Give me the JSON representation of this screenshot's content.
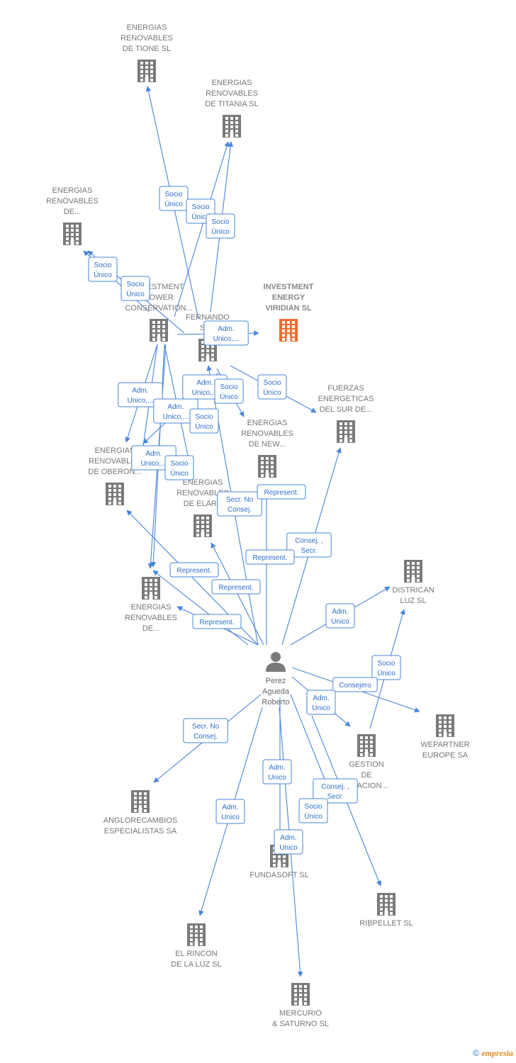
{
  "colors": {
    "edge": "#4a86d8",
    "building": "#7a7a7a",
    "highlight": "#f26c2f",
    "person": "#7a7a7a"
  },
  "nodes": [
    {
      "id": "tione",
      "type": "company",
      "lines": [
        "ENERGIAS",
        "RENOVABLES",
        "DE TIONE  SL"
      ]
    },
    {
      "id": "titania",
      "type": "company",
      "lines": [
        "ENERGIAS",
        "RENOVABLES",
        "DE TITANIA  SL"
      ]
    },
    {
      "id": "renov_de",
      "type": "company",
      "lines": [
        "ENERGIAS",
        "RENOVABLES",
        "DE..."
      ]
    },
    {
      "id": "ipc",
      "type": "company",
      "lines": [
        "INVESTMENT",
        "POWER",
        "CONSERVATION..."
      ]
    },
    {
      "id": "fernando",
      "type": "company",
      "lines": [
        "FERNANDO",
        "SOL"
      ]
    },
    {
      "id": "viridian",
      "type": "company_main",
      "lines": [
        "INVESTMENT",
        "ENERGY",
        "VIRIDIAN  SL"
      ]
    },
    {
      "id": "fuerzas",
      "type": "company",
      "lines": [
        "FUERZAS",
        "ENERGETICAS",
        "DEL SUR DE..."
      ]
    },
    {
      "id": "new",
      "type": "company",
      "lines": [
        "ENERGIAS",
        "RENOVABLES",
        "DE NEW..."
      ]
    },
    {
      "id": "oberon",
      "type": "company",
      "lines": [
        "ENERGIAS",
        "RENOVABLES",
        "DE OBERON..."
      ]
    },
    {
      "id": "elara",
      "type": "company",
      "lines": [
        "ENERGIAS",
        "RENOVABLES",
        "DE ELARA"
      ]
    },
    {
      "id": "renov_de2",
      "type": "company",
      "lines": [
        "ENERGIAS",
        "RENOVABLES",
        "DE..."
      ]
    },
    {
      "id": "districan",
      "type": "company",
      "lines": [
        "DISTRICAN",
        "LUZ SL"
      ]
    },
    {
      "id": "person",
      "type": "person",
      "lines": [
        "Perez",
        "Agueda",
        "Roberto"
      ]
    },
    {
      "id": "wepartner",
      "type": "company",
      "lines": [
        "WEPARTNER",
        "EUROPE SA"
      ]
    },
    {
      "id": "gestion",
      "type": "company",
      "lines": [
        "GESTION",
        "DE",
        "...NACION..."
      ]
    },
    {
      "id": "anglo",
      "type": "company",
      "lines": [
        "ANGLORECAMBIOS",
        "ESPECIALISTAS SA"
      ]
    },
    {
      "id": "fundasoft",
      "type": "company",
      "lines": [
        "FUNDASOFT SL"
      ]
    },
    {
      "id": "ribpellet",
      "type": "company",
      "lines": [
        "RIBPELLET SL"
      ]
    },
    {
      "id": "rincon",
      "type": "company",
      "lines": [
        "EL RINCON",
        "DE LA LUZ SL"
      ]
    },
    {
      "id": "mercurio",
      "type": "company",
      "lines": [
        "MERCURIO",
        "& SATURNO  SL"
      ]
    }
  ],
  "edges": [
    {
      "label": [
        "Socio",
        "Único"
      ]
    },
    {
      "label": [
        "Socio",
        "Único"
      ]
    },
    {
      "label": [
        "Socio",
        "Único"
      ]
    },
    {
      "label": [
        "Socio",
        "Único"
      ]
    },
    {
      "label": [
        "Socio",
        "Único"
      ]
    },
    {
      "label": [
        "Adm.",
        "Unico,..."
      ]
    },
    {
      "label": [
        "Socio",
        "Único"
      ]
    },
    {
      "label": [
        "Adm.",
        "Unico,..."
      ]
    },
    {
      "label": [
        "Adm.",
        "Unico,..."
      ]
    },
    {
      "label": [
        "Socio",
        "Único"
      ]
    },
    {
      "label": [
        "Adm.",
        "Unico,..."
      ]
    },
    {
      "label": [
        "Socio",
        "Único"
      ]
    },
    {
      "label": [
        "Adm.",
        "Unico,..."
      ]
    },
    {
      "label": [
        "Socio",
        "Único"
      ]
    },
    {
      "label": [
        "Secr.  No",
        "Consej."
      ]
    },
    {
      "label": [
        "Represent."
      ]
    },
    {
      "label": [
        "Consej. ,",
        "Secr."
      ]
    },
    {
      "label": [
        "Represent."
      ]
    },
    {
      "label": [
        "Represent."
      ]
    },
    {
      "label": [
        "Represent."
      ]
    },
    {
      "label": [
        "Represent."
      ]
    },
    {
      "label": [
        "Adm.",
        "Unico"
      ]
    },
    {
      "label": [
        "Socio",
        "Único"
      ]
    },
    {
      "label": [
        "Consejero"
      ]
    },
    {
      "label": [
        "Adm.",
        "Unico"
      ]
    },
    {
      "label": [
        "Secr.  No",
        "Consej."
      ]
    },
    {
      "label": [
        "Adm.",
        "Unico"
      ]
    },
    {
      "label": [
        "Consej. ,",
        "Secr."
      ]
    },
    {
      "label": [
        "Socio",
        "Único"
      ]
    },
    {
      "label": [
        "Adm.",
        "Unico"
      ]
    },
    {
      "label": [
        "Adm.",
        "Unico"
      ]
    }
  ],
  "footer": {
    "copyright_symbol": "©",
    "brand": "empresia"
  }
}
